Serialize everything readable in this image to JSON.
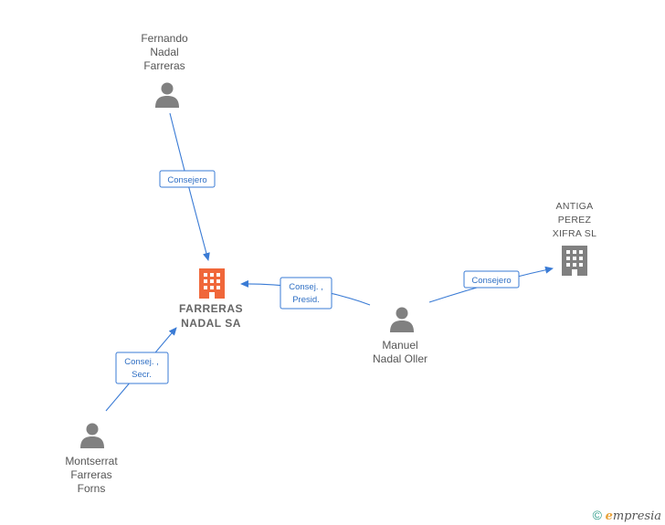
{
  "nodes": {
    "fernando": {
      "lines": [
        "Fernando",
        "Nadal",
        "Farreras"
      ]
    },
    "farreras_nadal": {
      "lines": [
        "FARRERAS",
        "NADAL SA"
      ]
    },
    "manuel": {
      "lines": [
        "Manuel",
        "Nadal Oller"
      ]
    },
    "antiga": {
      "lines": [
        "ANTIGA",
        "PEREZ",
        "XIFRA SL"
      ]
    },
    "montserrat": {
      "lines": [
        "Montserrat",
        "Farreras",
        "Forns"
      ]
    }
  },
  "edges": {
    "fernando_consejero": {
      "lines": [
        "Consejero"
      ]
    },
    "manuel_presid": {
      "lines": [
        "Consej. ,",
        "Presid."
      ]
    },
    "manuel_consejero": {
      "lines": [
        "Consejero"
      ]
    },
    "montserrat_secr": {
      "lines": [
        "Consej. ,",
        "Secr."
      ]
    }
  },
  "footer": {
    "copyright": "©",
    "brand_initial": "e",
    "brand_rest": "mpresia"
  },
  "colors": {
    "person": "#808080",
    "company_main": "#f0673a",
    "company_other": "#808080",
    "edge": "#3a7bd5"
  }
}
